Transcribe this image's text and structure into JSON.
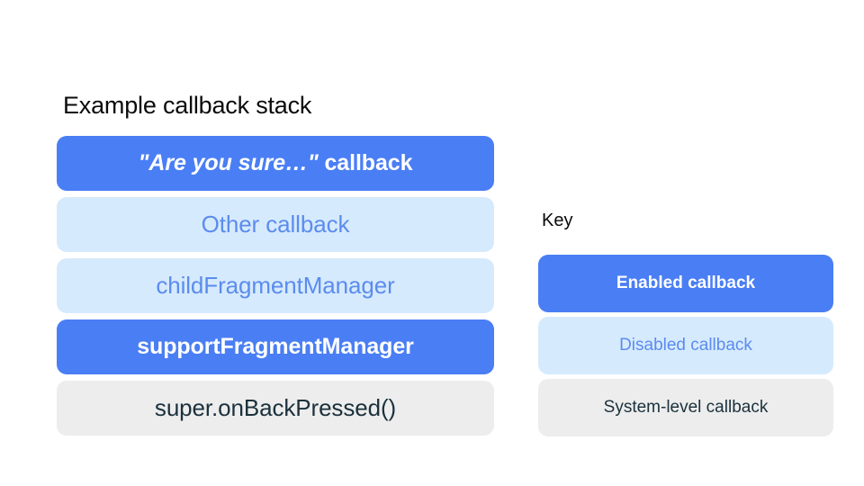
{
  "palette": {
    "background": "#ffffff",
    "enabled_bg": "#4a7ef4",
    "enabled_text": "#ffffff",
    "disabled_bg": "#d6eafd",
    "disabled_text": "#5b8cee",
    "system_bg": "#ededed",
    "system_text": "#1b313d",
    "heading_text": "#0b0b0b"
  },
  "stack": {
    "title": "Example callback stack",
    "rows": [
      {
        "label": "\"Are you sure…\" callback",
        "quoted_part": "\"Are you sure…\"",
        "plain_part": " callback",
        "state": "enabled"
      },
      {
        "label": "Other callback",
        "state": "disabled"
      },
      {
        "label": "childFragmentManager",
        "state": "disabled"
      },
      {
        "label": "supportFragmentManager",
        "state": "enabled"
      },
      {
        "label": "super.onBackPressed()",
        "state": "system"
      }
    ]
  },
  "key": {
    "title": "Key",
    "items": [
      {
        "label": "Enabled callback",
        "state": "enabled"
      },
      {
        "label": "Disabled callback",
        "state": "disabled"
      },
      {
        "label": "System-level callback",
        "state": "system"
      }
    ]
  }
}
